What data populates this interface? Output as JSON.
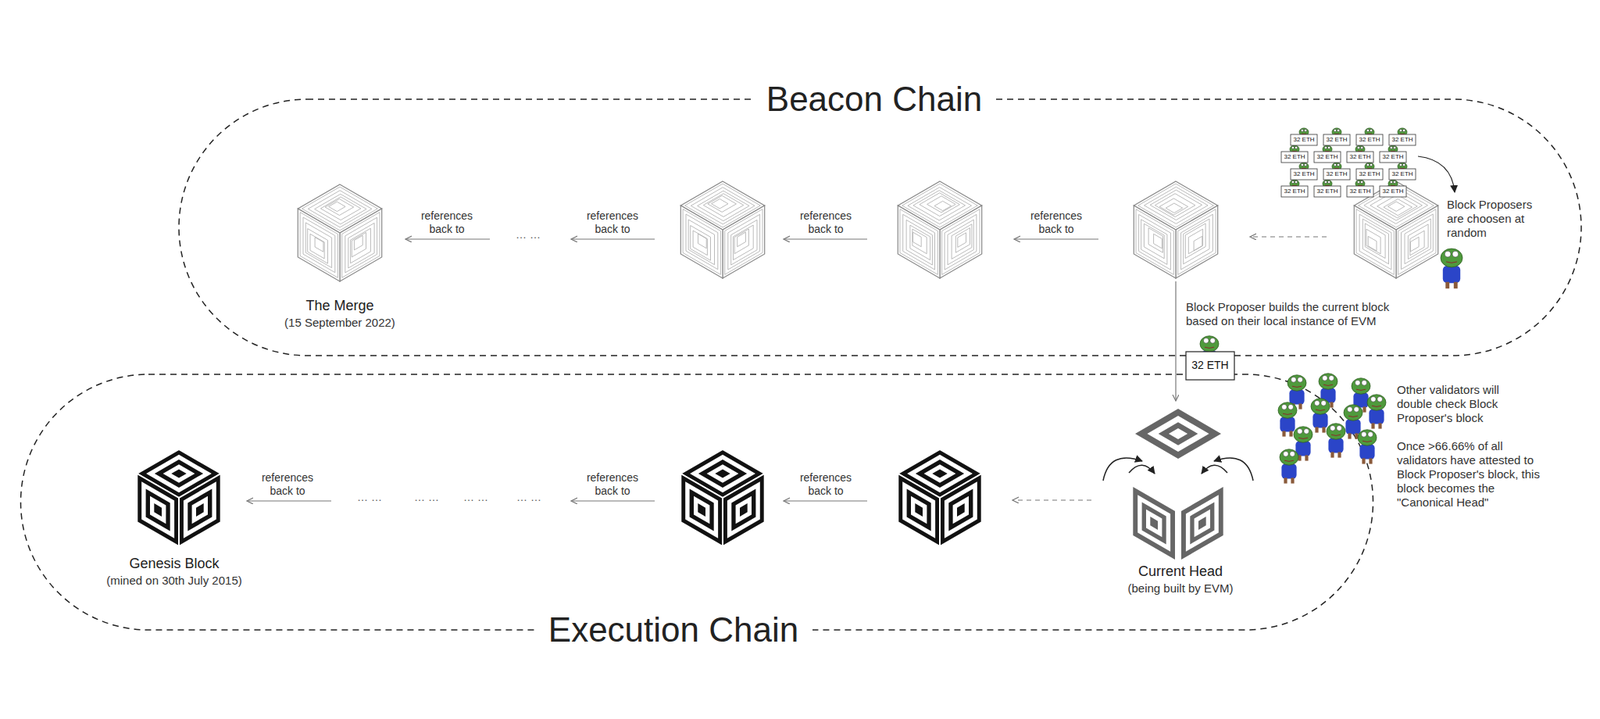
{
  "diagram": {
    "nodes": [
      {
        "text": [
          "Beacon Chain"
        ]
      },
      {
        "text": [
          "The Merge",
          "(15 September 2022)"
        ],
        "in": 0
      },
      {
        "text": [
          "Execution Chain"
        ]
      },
      {
        "text": [
          "Genesis Block",
          "(mined on 30th July 2015)"
        ],
        "in": 2
      },
      {
        "text": [
          "Current Head",
          "(being built by EVM)"
        ],
        "in": 2
      }
    ],
    "labels": [
      "references back to",
      "references back to",
      "references back to",
      "references back to",
      "… …",
      "Block Proposers are choosen at random",
      "Block Proposer builds the current block based on their local instance of EVM",
      "32 ETH",
      "32 ETH",
      "32 ETH",
      "32 ETH",
      "32 ETH",
      "32 ETH",
      "32 ETH",
      "32 ETH",
      "32 ETH",
      "32 ETH",
      "32 ETH",
      "32 ETH",
      "32 ETH",
      "32 ETH",
      "32 ETH",
      "32 ETH",
      "32 ETH",
      "references back to",
      "references back to",
      "references back to",
      "… …",
      "… …",
      "… …",
      "… …",
      "Other validators will double check Block Proposer's block",
      "Once >66.66% of all validators have attested to Block Proposer's block, this block becomes the \"Canonical Head\""
    ]
  }
}
